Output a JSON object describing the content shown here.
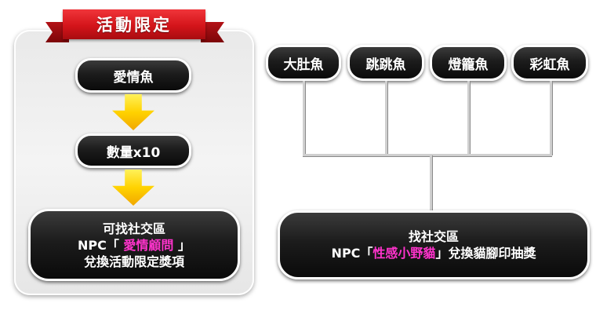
{
  "left_panel": {
    "banner": "活動限定",
    "step1": "愛情魚",
    "step2": "數量x10",
    "result": {
      "line1": "可找社交區",
      "line2_prefix": "NPC「",
      "line2_highlight": "愛情顧問",
      "line2_suffix": "」",
      "line3": "兌換活動限定獎項"
    }
  },
  "right_panel": {
    "fish": [
      "大肚魚",
      "跳跳魚",
      "燈籠魚",
      "彩虹魚"
    ],
    "result": {
      "line1": "找社交區",
      "line2_prefix": "NPC「",
      "line2_highlight": "性感小野貓",
      "line2_suffix": "」兌換貓腳印抽獎"
    }
  },
  "colors": {
    "banner_red": "#d4141a",
    "highlight_magenta": "#ff33cc",
    "arrow_yellow": "#ffd200",
    "pill_black": "#1c1c1c"
  }
}
